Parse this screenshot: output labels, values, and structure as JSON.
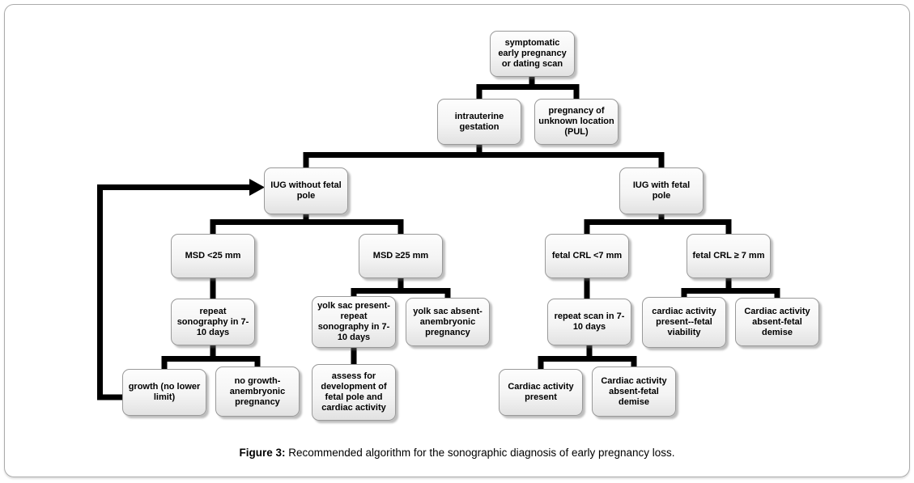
{
  "figure": {
    "caption_label": "Figure 3:",
    "caption_text": "Recommended algorithm for the sonographic diagnosis of early pregnancy loss."
  },
  "colors": {
    "connector_line": "#000000",
    "box_border": "#999999",
    "box_fill_top": "#fdfdfd",
    "box_fill_bottom": "#e2e2e2",
    "frame_border": "#ababab",
    "text": "#000000"
  },
  "nodes": {
    "root": {
      "label": "symptomatic early pregnancy or dating scan"
    },
    "intrauterine": {
      "label": "intrauterine gestation"
    },
    "pul": {
      "label": "pregnancy of unknown location (PUL)"
    },
    "iug_without": {
      "label": "IUG without fetal pole"
    },
    "iug_with": {
      "label": "IUG with fetal pole"
    },
    "msd_lt25": {
      "label": "MSD <25 mm"
    },
    "msd_ge25": {
      "label": "MSD ≥25 mm"
    },
    "crl_lt7": {
      "label": "fetal CRL <7 mm"
    },
    "crl_ge7": {
      "label": "fetal CRL ≥ 7 mm"
    },
    "repeat_sono": {
      "label": "repeat sonography in 7-10 days"
    },
    "yolk_present": {
      "label": "yolk sac present-repeat sonography in 7-10 days"
    },
    "yolk_absent": {
      "label": "yolk sac absent-anembryonic pregnancy"
    },
    "repeat_scan": {
      "label": "repeat scan in 7-10 days"
    },
    "cardiac_present_viability": {
      "label": "cardiac activity present--fetal viability"
    },
    "cardiac_absent_demise_crl": {
      "label": "Cardiac activity absent-fetal demise"
    },
    "growth_no_lower": {
      "label": "growth (no lower limit)"
    },
    "no_growth_anembryonic": {
      "label": "no growth-anembryonic pregnancy"
    },
    "assess_development": {
      "label": "assess for development of fetal pole and cardiac activity"
    },
    "cardiac_present": {
      "label": "Cardiac activity present"
    },
    "cardiac_absent_demise_scan": {
      "label": "Cardiac activity absent-fetal demise"
    }
  }
}
